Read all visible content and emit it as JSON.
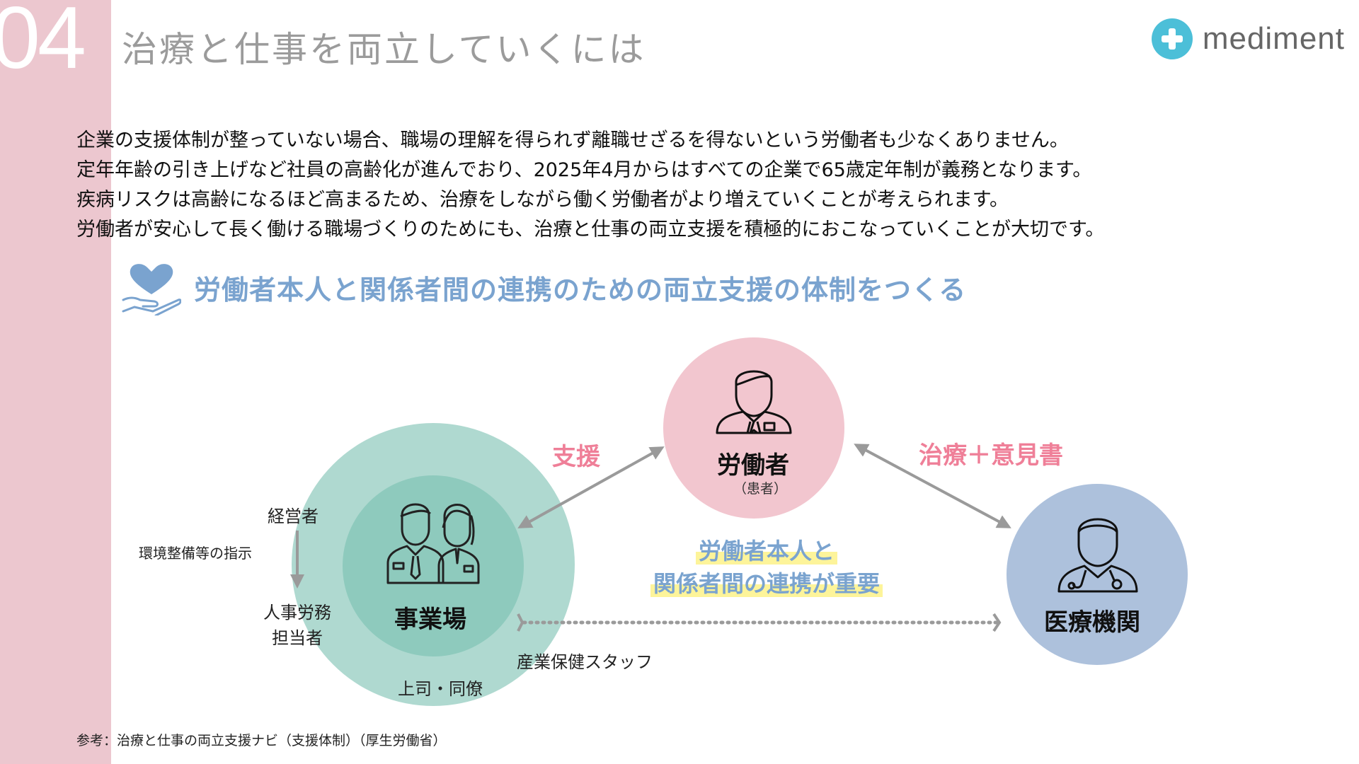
{
  "header": {
    "slide_number": "04",
    "title": "治療と仕事を両立していくには",
    "logo_text": "mediment"
  },
  "intro_lines": [
    "企業の支援体制が整っていない場合、職場の理解を得られず離職せざるを得ないという労働者も少なくありません。",
    "定年年齢の引き上げなど社員の高齢化が進んでおり、2025年4月からはすべての企業で65歳定年制が義務となります。",
    "疾病リスクは高齢になるほど高まるため、治療をしながら働く労働者がより増えていくことが考えられます。",
    "労働者が安心して長く働ける職場づくりのためにも、治療と仕事の両立支援を積極的におこなっていくことが大切です。"
  ],
  "section_heading": "労働者本人と関係者間の連携のための両立支援の体制をつくる",
  "diagram": {
    "worker": {
      "label": "労働者",
      "sub": "（患者）",
      "icon": "worker-icon"
    },
    "workplace": {
      "label": "事業場",
      "icon": "colleagues-icon",
      "manager": "経営者",
      "instruction": "環境整備等の指示",
      "hr_line1": "人事労務",
      "hr_line2": "担当者",
      "boss": "上司・同僚",
      "health_staff": "産業保健スタッフ"
    },
    "medical": {
      "label": "医療機関",
      "icon": "doctor-icon"
    },
    "arrow_support": "支援",
    "arrow_treatment": "治療＋意見書",
    "center_line1": "労働者本人と",
    "center_line2": "関係者間の連携が重要"
  },
  "reference": "参考：治療と仕事の両立支援ナビ（支援体制）（厚生労働省）",
  "colors": {
    "side_bar": "#ecc7cf",
    "accent_blue": "#7aa3cf",
    "accent_pink": "#ef7f98",
    "workplace_outer": "#afd9d0",
    "workplace_inner": "#8ecabd",
    "worker_circle": "#f2c6cf",
    "medical_circle": "#adc1dc",
    "highlight": "#fdf49a",
    "logo": "#4cbfd8"
  }
}
